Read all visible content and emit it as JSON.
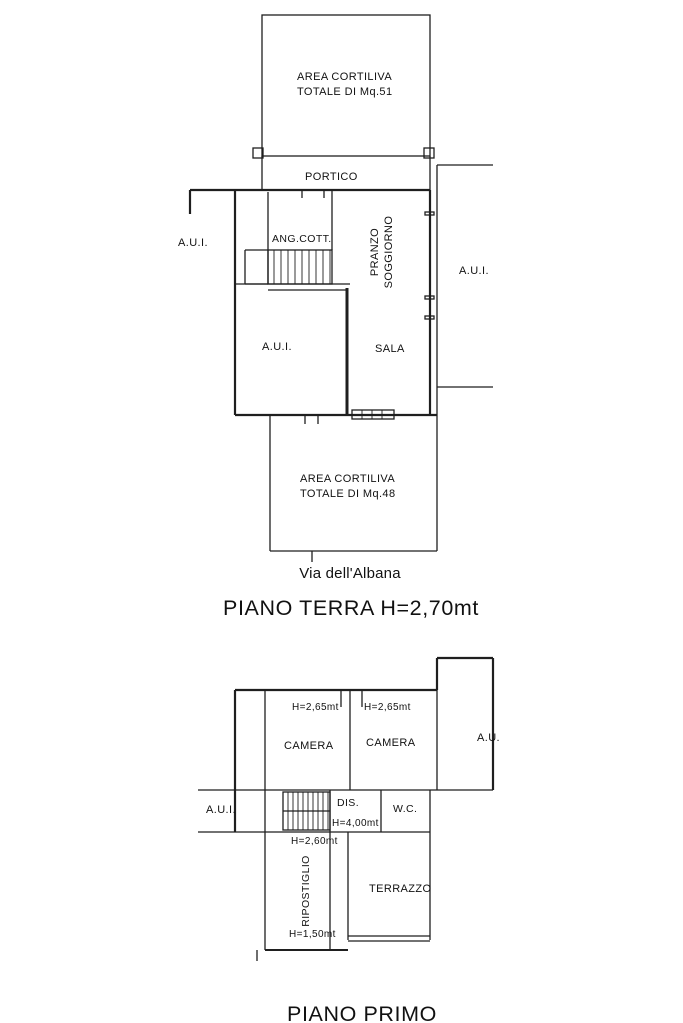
{
  "drawing": {
    "background": "#ffffff",
    "line_color": "#1f1f1f",
    "text_color": "#111111"
  },
  "ground_floor": {
    "title": "PIANO TERRA H=2,70mt",
    "street_name": "Via dell'Albana",
    "courtyard_top_line1": "AREA CORTILIVA",
    "courtyard_top_line2": "TOTALE DI Mq.51",
    "courtyard_bottom_line1": "AREA CORTILIVA",
    "courtyard_bottom_line2": "TOTALE DI Mq.48",
    "portico": "PORTICO",
    "ang_cott": "ANG.COTT.",
    "pranzo": "PRANZO",
    "soggiorno": "SOGGIORNO",
    "sala": "SALA",
    "aui_left": "A.U.I.",
    "aui_right": "A.U.I.",
    "aui_inner": "A.U.I."
  },
  "first_floor": {
    "title": "PIANO PRIMO",
    "camera_left": "CAMERA",
    "camera_left_height": "H=2,65mt",
    "camera_right": "CAMERA",
    "camera_right_height": "H=2,65mt",
    "au_right": "A.U.",
    "aui_left": "A.U.I.",
    "dis": "DIS.",
    "dis_height": "H=4,00mt",
    "wc": "W.C.",
    "landing_height": "H=2,60mt",
    "ripostiglio": "RIPOSTIGLIO",
    "ripostiglio_height": "H=1,50mt",
    "terrazzo": "TERRAZZO"
  }
}
